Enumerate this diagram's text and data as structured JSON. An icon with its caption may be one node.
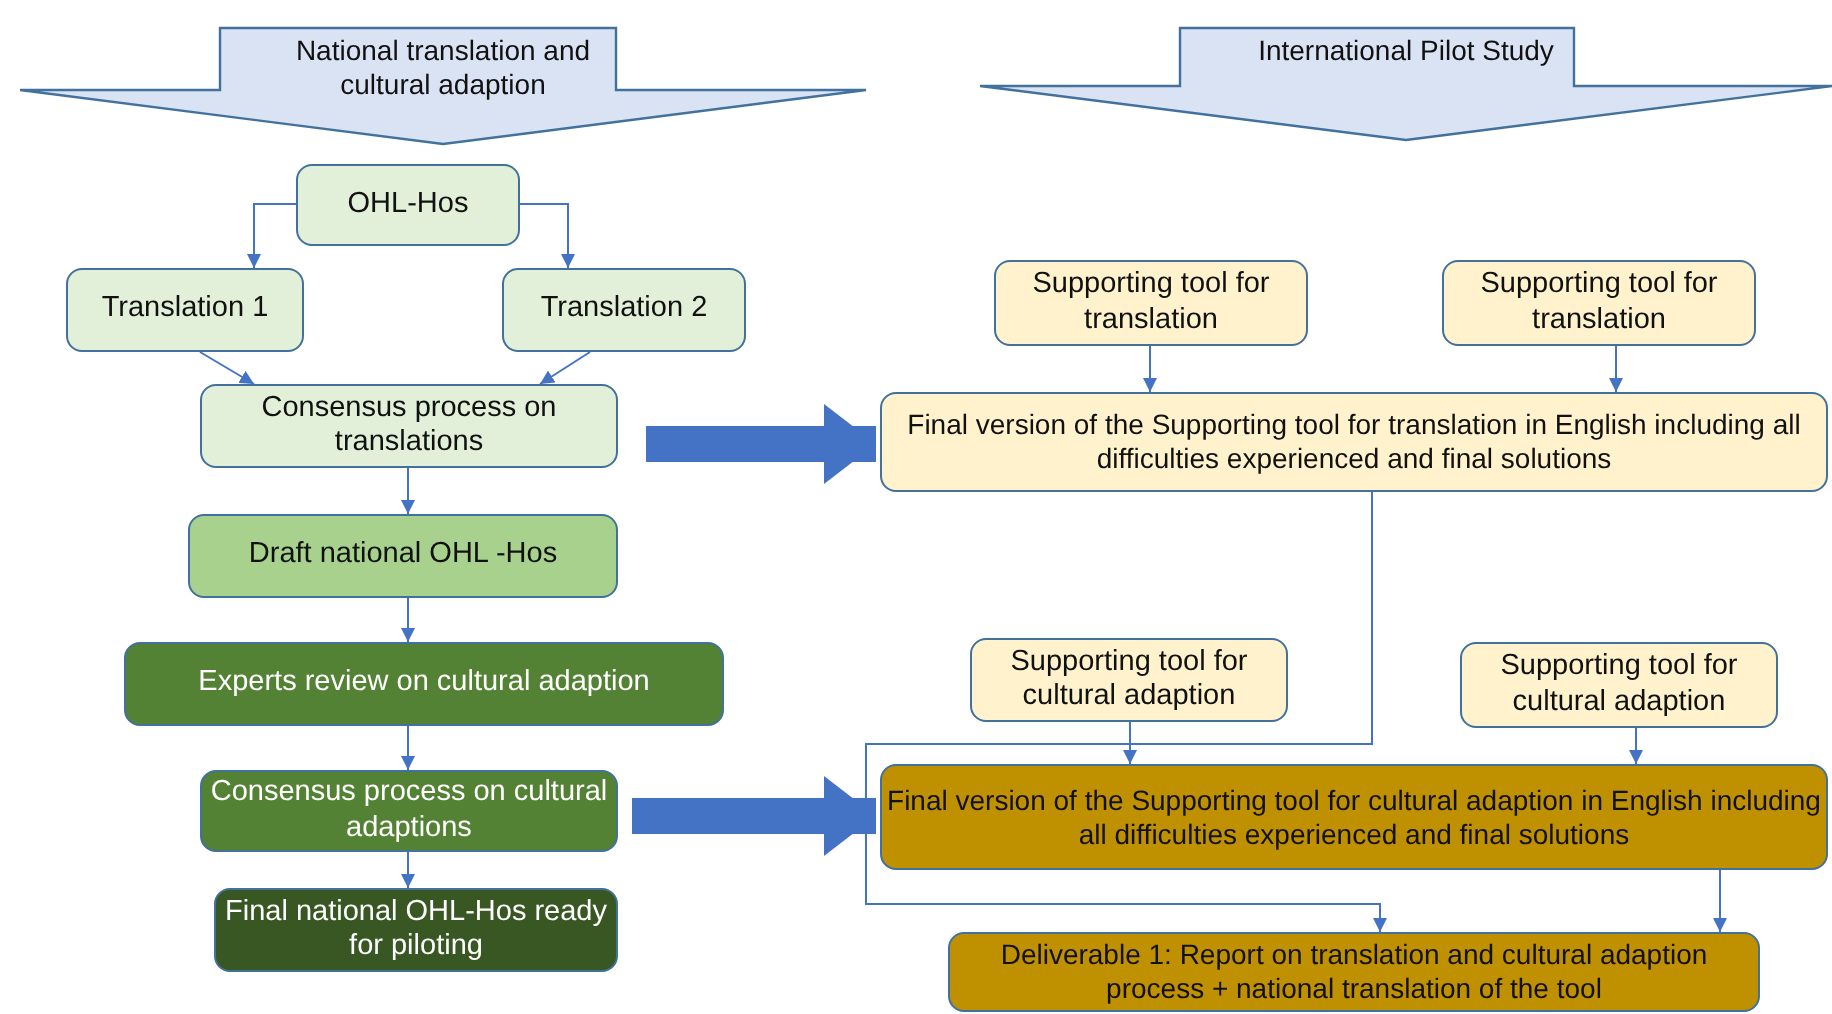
{
  "diagram": {
    "nodes": [
      {
        "text": [
          "National translation and cultural adaption"
        ]
      },
      {
        "text": [
          "OHL-Hos"
        ]
      },
      {
        "text": [
          "Translation 1"
        ]
      },
      {
        "text": [
          "Translation 2"
        ]
      },
      {
        "text": [
          "Consensus process on translations"
        ]
      },
      {
        "text": [
          "Draft national OHL -Hos"
        ]
      },
      {
        "text": [
          "Experts review on cultural adaption"
        ]
      },
      {
        "text": [
          "Consensus process on cultural adaptions"
        ]
      },
      {
        "text": [
          "Final national OHL-Hos ready for piloting"
        ]
      },
      {
        "text": [
          "International Pilot Study"
        ]
      },
      {
        "text": [
          "Supporting tool for translation"
        ]
      },
      {
        "text": [
          "Supporting tool for translation"
        ]
      },
      {
        "text": [
          "Final version of the Supporting tool for translation in English including all difficulties experienced and final solutions"
        ]
      },
      {
        "text": [
          "Supporting tool for cultural adaption"
        ]
      },
      {
        "text": [
          "Supporting tool for cultural adaption"
        ]
      },
      {
        "text": [
          "Final version of the Supporting tool for cultural adaption in English including all difficulties experienced and final solutions"
        ]
      },
      {
        "text": [
          "Deliverable 1: Report on translation and cultural adaption process + national translation of the tool"
        ]
      }
    ],
    "edges": [
      {
        "from": 1,
        "to": 2,
        "arrow": "to"
      },
      {
        "from": 1,
        "to": 3,
        "arrow": "to"
      },
      {
        "from": 2,
        "to": 4,
        "arrow": "to"
      },
      {
        "from": 3,
        "to": 4,
        "arrow": "to"
      },
      {
        "from": 4,
        "to": 5,
        "arrow": "to"
      },
      {
        "from": 5,
        "to": 6,
        "arrow": "to"
      },
      {
        "from": 6,
        "to": 7,
        "arrow": "to"
      },
      {
        "from": 7,
        "to": 8,
        "arrow": "to"
      },
      {
        "from": 4,
        "to": 12,
        "arrow": "to",
        "style": "thick"
      },
      {
        "from": 7,
        "to": 15,
        "arrow": "to",
        "style": "thick"
      },
      {
        "from": 10,
        "to": 12,
        "arrow": "to"
      },
      {
        "from": 11,
        "to": 12,
        "arrow": "to"
      },
      {
        "from": 12,
        "to": 16,
        "arrow": "to"
      },
      {
        "from": 13,
        "to": 15,
        "arrow": "to"
      },
      {
        "from": 14,
        "to": 15,
        "arrow": "to"
      },
      {
        "from": 15,
        "to": 16,
        "arrow": "to"
      }
    ]
  }
}
